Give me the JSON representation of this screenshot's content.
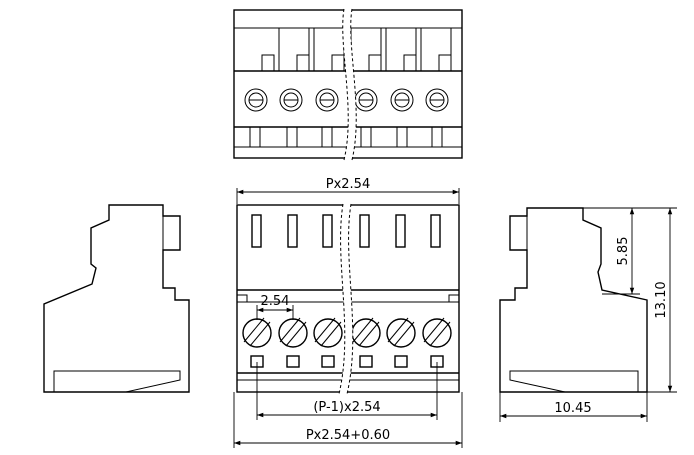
{
  "dimensions": {
    "pitch_total": "Px2.54",
    "pitch": "2.54",
    "pin_span": "(P-1)x2.54",
    "overall_width": "Px2.54+0.60",
    "upper_height": "5.85",
    "total_height": "13.10",
    "depth": "10.45"
  },
  "colors": {
    "line": "#000000",
    "background": "#ffffff"
  }
}
